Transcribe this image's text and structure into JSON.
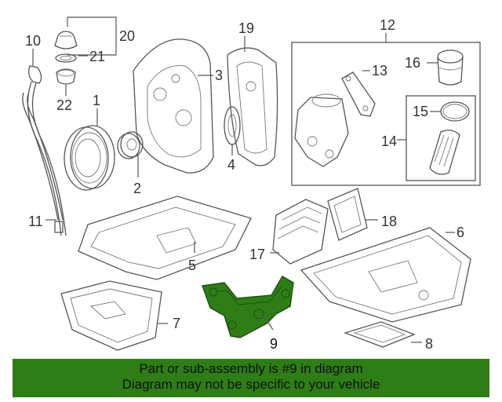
{
  "callouts": {
    "c1": "1",
    "c2": "2",
    "c3": "3",
    "c4": "4",
    "c5": "5",
    "c6": "6",
    "c7": "7",
    "c8": "8",
    "c9": "9",
    "c10": "10",
    "c11": "11",
    "c12": "12",
    "c13": "13",
    "c14": "14",
    "c15": "15",
    "c16": "16",
    "c17": "17",
    "c18": "18",
    "c19": "19",
    "c20": "20",
    "c21": "21",
    "c22": "22"
  },
  "highlight_color": "#2e7d17",
  "banner": {
    "line1": "Part or sub-assembly is #9 in diagram",
    "line2": "Diagram may not be specific to your vehicle"
  }
}
